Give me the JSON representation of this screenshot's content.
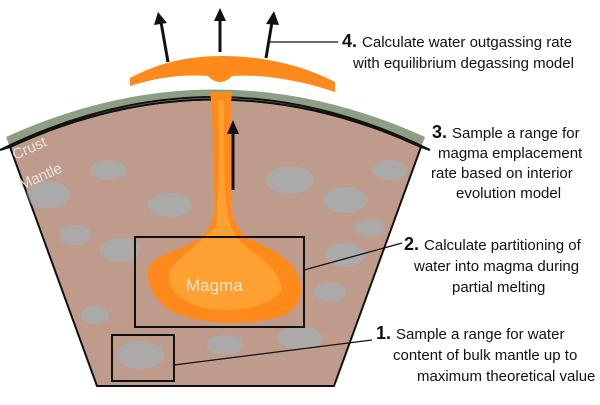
{
  "diagram": {
    "layers": {
      "crust_label": "Crust",
      "mantle_label": "Mantle",
      "magma_label": "Magma"
    },
    "steps": [
      {
        "number": "1.",
        "lines": [
          "Sample a range for water",
          "content of bulk mantle up to",
          "maximum theoretical value"
        ]
      },
      {
        "number": "2.",
        "lines": [
          "Calculate partitioning of",
          "water into magma during",
          "partial melting"
        ]
      },
      {
        "number": "3.",
        "lines": [
          "Sample a range for",
          "magma emplacement",
          "rate based on interior",
          "evolution model"
        ]
      },
      {
        "number": "4.",
        "lines": [
          "Calculate water outgassing rate",
          "with equilibrium degassing model"
        ]
      }
    ],
    "colors": {
      "crust": "#8e9e84",
      "mantle": "#bf9b8c",
      "water_patch": "#9db5c2",
      "magma": "#ff8a1c",
      "magma_light": "#ffb347",
      "outline": "#111111"
    }
  }
}
